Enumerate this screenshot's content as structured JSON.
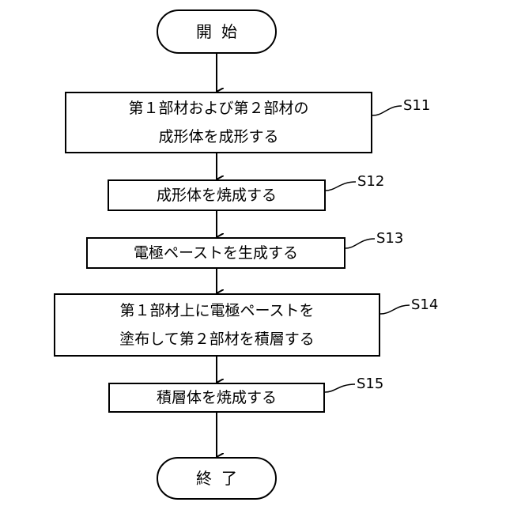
{
  "flowchart": {
    "start": "開始",
    "end": "終了",
    "steps": [
      {
        "id": "S11",
        "text": "第１部材および第２部材の\n成形体を成形する"
      },
      {
        "id": "S12",
        "text": "成形体を焼成する"
      },
      {
        "id": "S13",
        "text": "電極ペーストを生成する"
      },
      {
        "id": "S14",
        "text": "第１部材上に電極ペーストを\n塗布して第２部材を積層する"
      },
      {
        "id": "S15",
        "text": "積層体を焼成する"
      }
    ]
  }
}
